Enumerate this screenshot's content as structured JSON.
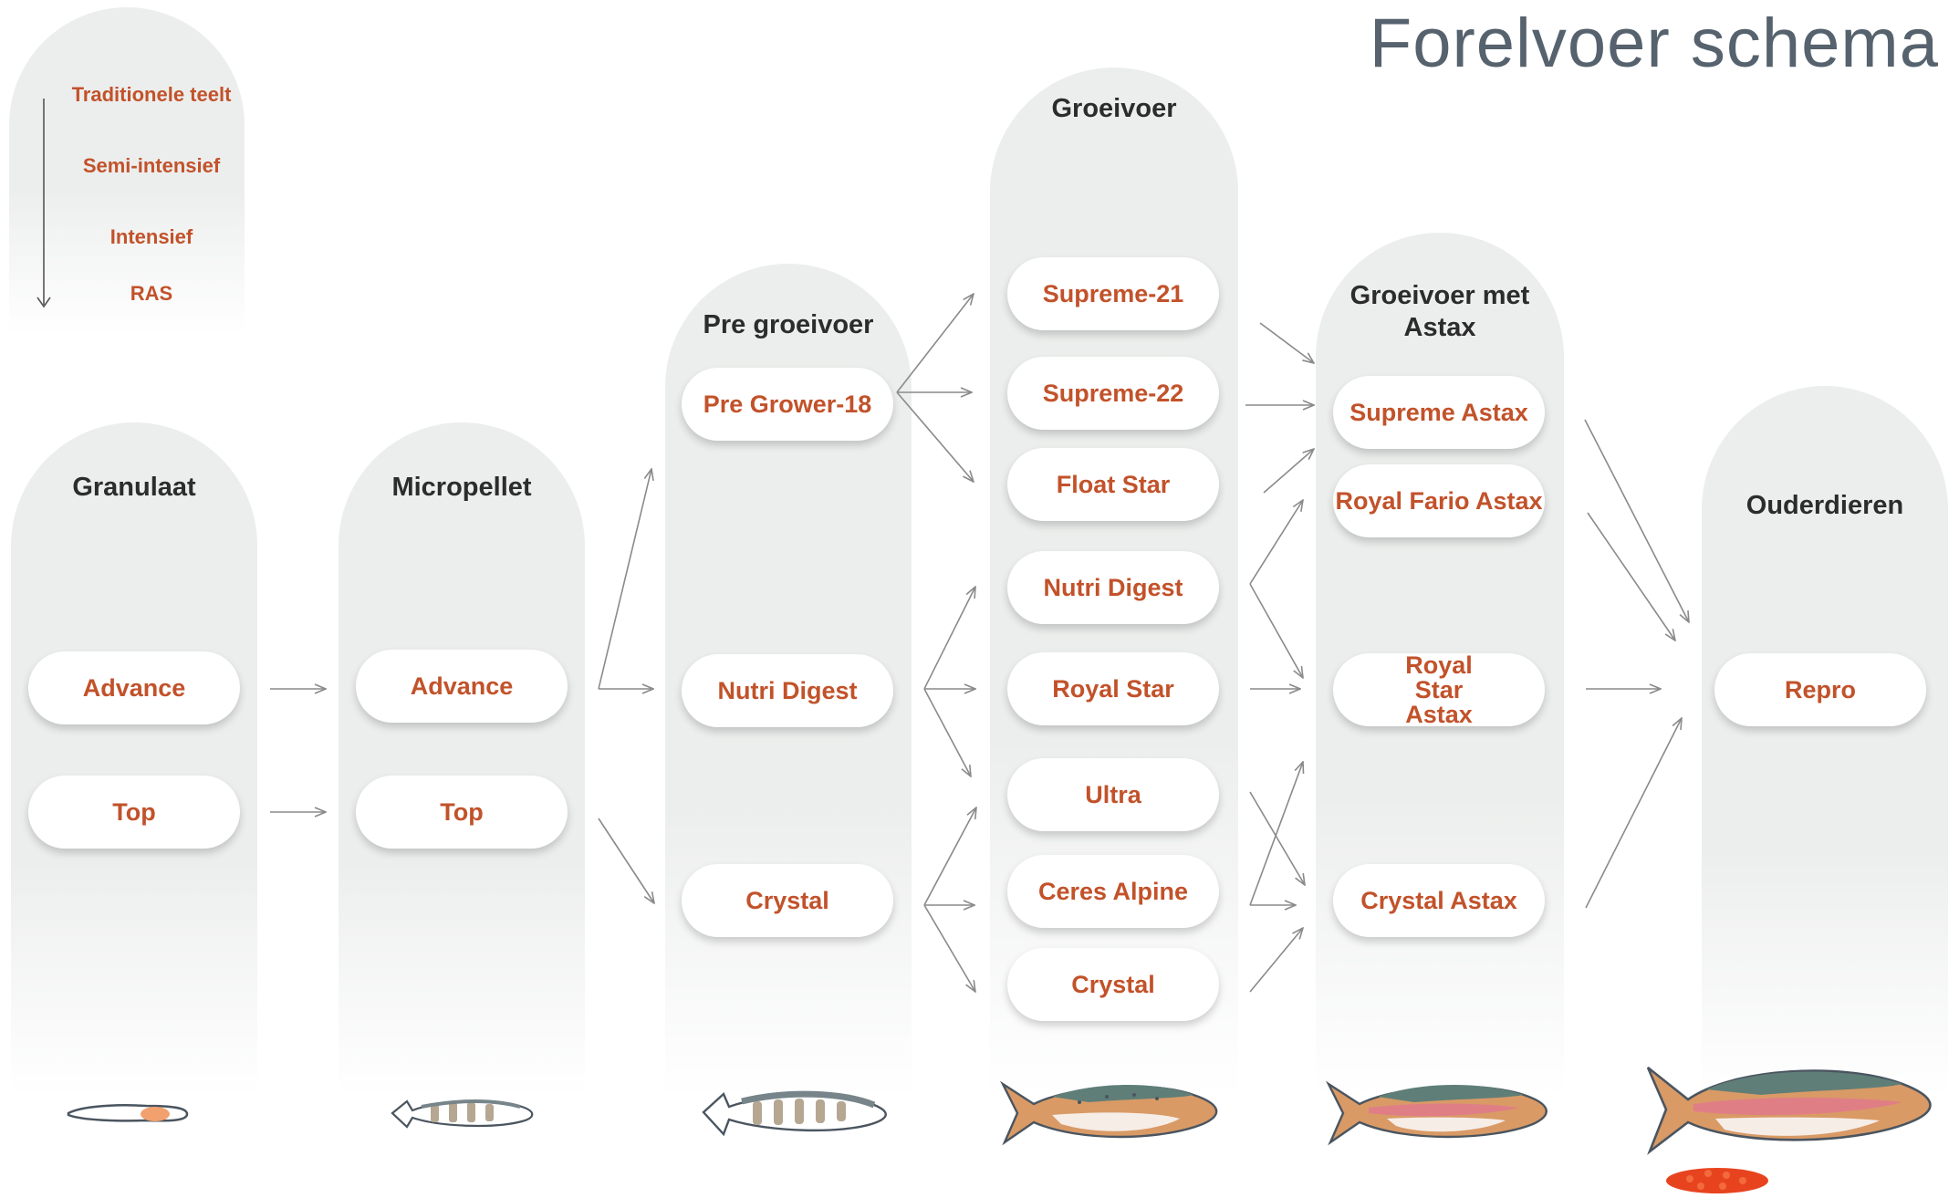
{
  "title": "Forelvoer schema",
  "legend": {
    "items": [
      "Traditionele teelt",
      "Semi-intensief",
      "Intensief",
      "RAS"
    ]
  },
  "columns": {
    "granulaat": {
      "title": "Granulaat",
      "items": [
        "Advance",
        "Top"
      ]
    },
    "micropellet": {
      "title": "Micropellet",
      "items": [
        "Advance",
        "Top"
      ]
    },
    "pregroeivoer": {
      "title": "Pre groeivoer",
      "items": [
        "Pre Grower-18",
        "Nutri Digest",
        "Crystal"
      ]
    },
    "groeivoer": {
      "title": "Groeivoer",
      "items": [
        "Supreme-21",
        "Supreme-22",
        "Float Star",
        "Nutri Digest",
        "Royal Star",
        "Ultra",
        "Ceres Alpine",
        "Crystal"
      ]
    },
    "astax": {
      "title": "Groeivoer met Astax",
      "items": [
        "Supreme Astax",
        "Royal Fario Astax",
        "Royal Star Astax",
        "Crystal Astax"
      ]
    },
    "ouderdieren": {
      "title": "Ouderdieren",
      "items": [
        "Repro"
      ]
    }
  },
  "colors": {
    "accent": "#c2522a",
    "title": "#56626d",
    "column_bg": "#eceeed",
    "arrow": "#8a8a8a"
  },
  "icons": [
    "larva-icon",
    "fry-icon",
    "fingerling-icon",
    "trout-icon",
    "trout-icon",
    "broodstock-trout-icon",
    "eggs-icon"
  ]
}
